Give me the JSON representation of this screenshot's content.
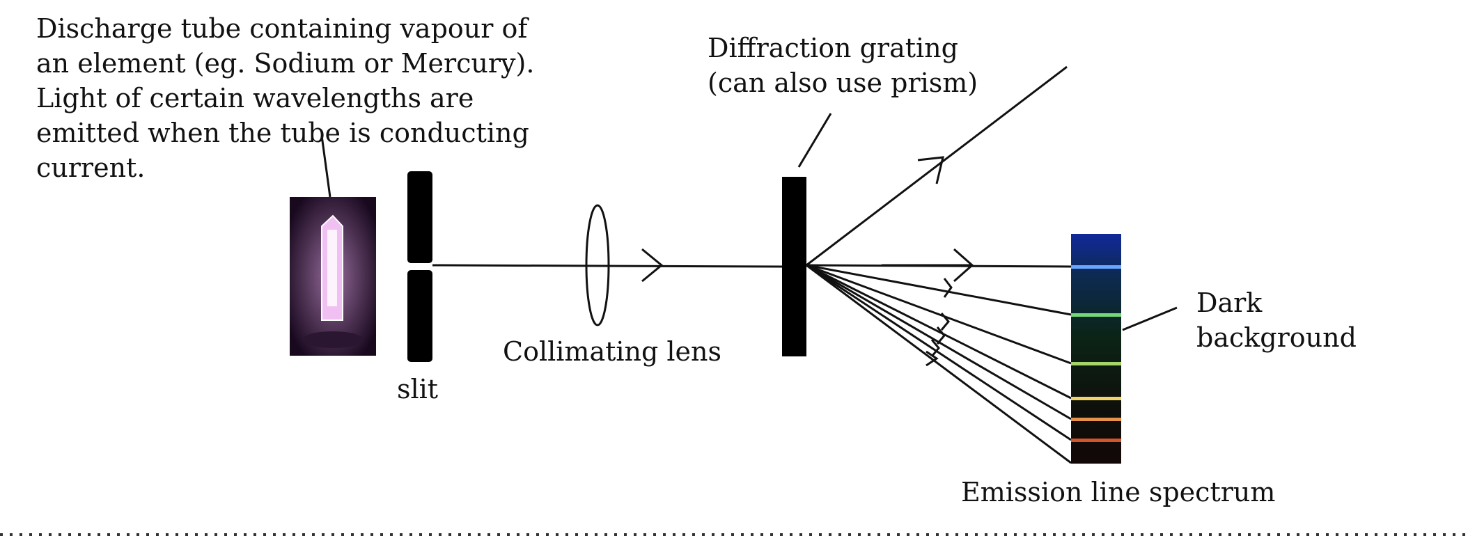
{
  "labels": {
    "discharge_tube": [
      "Discharge tube containing vapour of",
      "an element (eg. Sodium or Mercury).",
      "Light of certain wavelengths are",
      "emitted when the tube is conducting",
      "current."
    ],
    "grating": [
      "Diffraction grating",
      "(can also use prism)"
    ],
    "slit": "slit",
    "lens": "Collimating lens",
    "background": [
      "Dark",
      "background"
    ],
    "spectrum": "Emission line spectrum"
  },
  "colors": {
    "ink": "#111111",
    "tube_glow": "#f0c0f2",
    "tube_bg": "#1a0a20",
    "spectrum_top": "#11299a",
    "spectrum_mid": "#0b2416",
    "spectrum_bottom": "#120707"
  },
  "spectrum_lines": [
    {
      "name": "blue",
      "color": "#6aa6ff"
    },
    {
      "name": "green",
      "color": "#74d87a"
    },
    {
      "name": "yellow-green",
      "color": "#a6d46a"
    },
    {
      "name": "yellow",
      "color": "#f2d36a"
    },
    {
      "name": "orange",
      "color": "#e8914a"
    },
    {
      "name": "red",
      "color": "#d2552a"
    }
  ]
}
